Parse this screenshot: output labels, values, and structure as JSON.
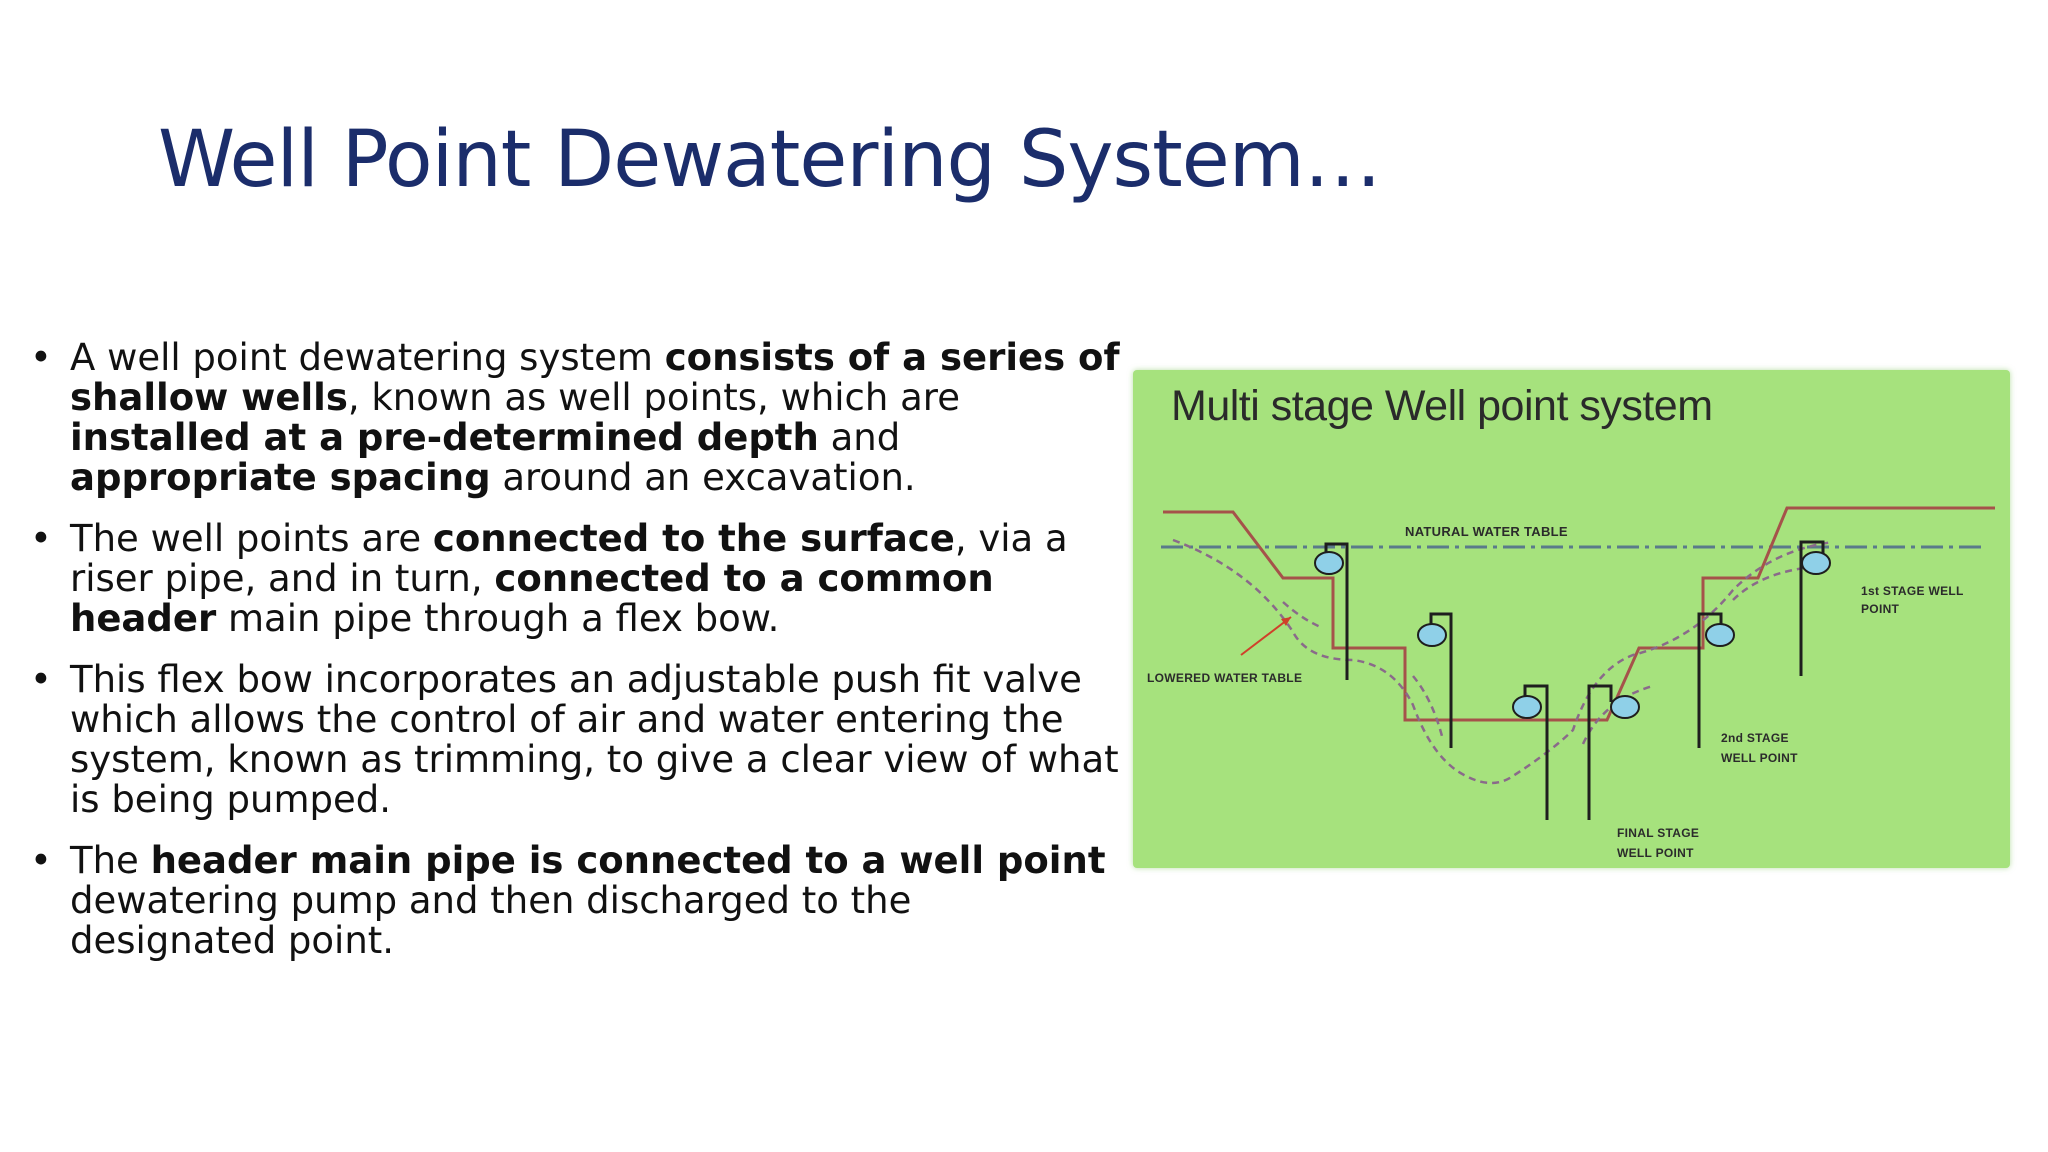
{
  "slide": {
    "title": "Well Point Dewatering System…",
    "bullet_char": "•",
    "bullets": [
      [
        {
          "t": "A well point dewatering system ",
          "b": false
        },
        {
          "t": "consists of a series of shallow wells",
          "b": true
        },
        {
          "t": ", known as well points, which are ",
          "b": false
        },
        {
          "t": "installed at a pre-determined depth",
          "b": true
        },
        {
          "t": " and ",
          "b": false
        },
        {
          "t": "appropriate spacing",
          "b": true
        },
        {
          "t": " around an excavation.",
          "b": false
        }
      ],
      [
        {
          "t": "The well points are ",
          "b": false
        },
        {
          "t": "connected to the surface",
          "b": true
        },
        {
          "t": ", via a riser pipe, and in turn, ",
          "b": false
        },
        {
          "t": "connected to a common header",
          "b": true
        },
        {
          "t": " main pipe through a flex bow.",
          "b": false
        }
      ],
      [
        {
          "t": "This flex bow incorporates an adjustable push fit valve which allows the control of air and water entering the system, known as trimming, to give a clear view of what is being pumped.",
          "b": false
        }
      ],
      [
        {
          "t": "The ",
          "b": false
        },
        {
          "t": "header main pipe is connected to a well point",
          "b": true
        },
        {
          "t": " dewatering pump and then discharged to the designated point.",
          "b": false
        }
      ]
    ]
  },
  "figure": {
    "title": "Multi stage Well point system",
    "labels": {
      "natural_water_table": "NATURAL WATER TABLE",
      "lowered_water_table": "LOWERED WATER TABLE",
      "stage1_line1": "1st STAGE WELL",
      "stage1_line2": "POINT",
      "stage2_line1": "2nd STAGE",
      "stage2_line2": "WELL POINT",
      "final_line1": "FINAL STAGE",
      "final_line2": "WELL POINT"
    },
    "colors": {
      "background": "#a6e27d",
      "excavation": "#a5524a",
      "water_table": "#5a7a8a",
      "pipes": "#1e1e1e",
      "pumps": "#8fd0e8",
      "drawdown": "#8a6a8a",
      "arrow": "#d0402a"
    }
  }
}
